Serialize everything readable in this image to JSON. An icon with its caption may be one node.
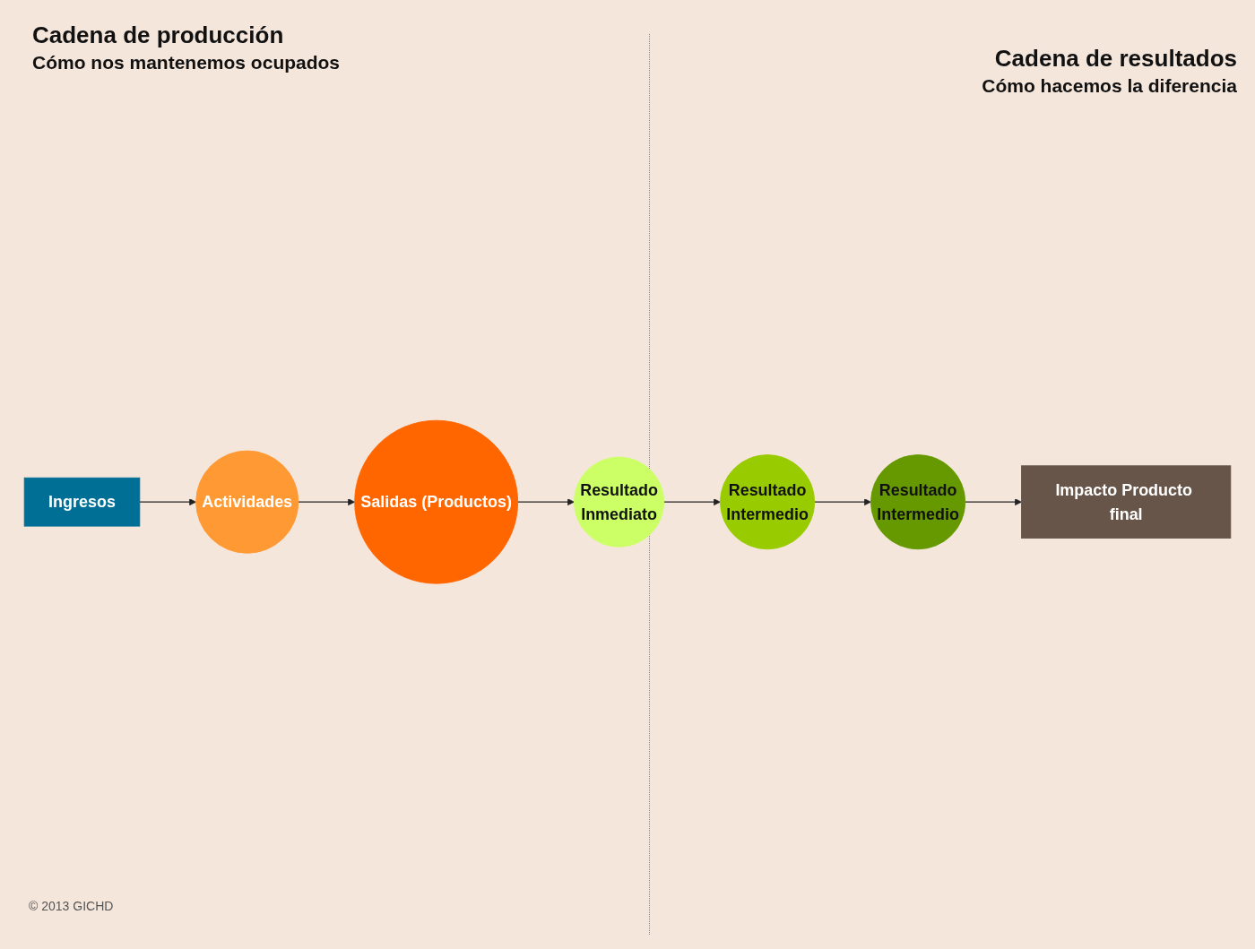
{
  "diagram": {
    "nodes": [
      {
        "text": [
          "Ingresos"
        ]
      },
      {
        "text": [
          "Actividades"
        ]
      },
      {
        "text": [
          "Salidas (Productos)"
        ]
      },
      {
        "text": [
          "Resultado",
          "Inmediato"
        ]
      },
      {
        "text": [
          "Resultado",
          "Intermedio"
        ]
      },
      {
        "text": [
          "Resultado",
          "Intermedio"
        ]
      },
      {
        "text": [
          "Impacto Producto final"
        ]
      }
    ],
    "edges": [
      {
        "from": 0,
        "to": 1,
        "arrow": "to"
      },
      {
        "from": 1,
        "to": 2,
        "arrow": "to"
      },
      {
        "from": 2,
        "to": 3,
        "arrow": "to"
      },
      {
        "from": 3,
        "to": 4,
        "arrow": "to"
      },
      {
        "from": 4,
        "to": 5,
        "arrow": "to"
      },
      {
        "from": 5,
        "to": 6,
        "arrow": "to"
      }
    ],
    "labels": [
      "Cadena de producción",
      "Cómo nos mantenemos ocupados",
      "Cadena de resultados",
      "Cómo hacemos la diferencia",
      "© 2013 GICHD"
    ]
  }
}
